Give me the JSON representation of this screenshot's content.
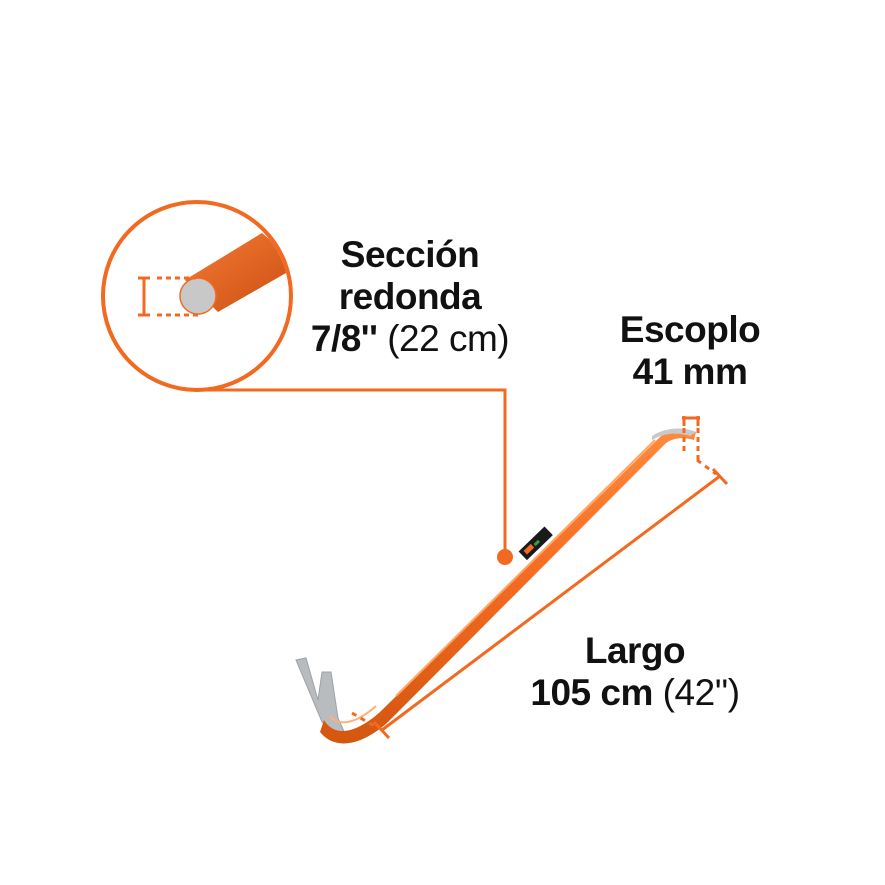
{
  "colors": {
    "accent": "#f26a21",
    "steel": "#b9bcbf",
    "text": "#111111",
    "background": "#ffffff",
    "label_band": "#1a1a1a"
  },
  "labels": {
    "section": {
      "line1": "Sección",
      "line2": "redonda",
      "line3_bold": "7/8''",
      "line3_thin": " (22 cm)"
    },
    "chisel": {
      "line1": "Escoplo",
      "line2": "41 mm"
    },
    "length": {
      "line1": "Largo",
      "line2_bold": "105 cm",
      "line2_thin": " (42'')"
    }
  },
  "icons": {
    "detail_circle": "magnified-cross-section-icon",
    "product": "wrecking-bar-illustration"
  }
}
